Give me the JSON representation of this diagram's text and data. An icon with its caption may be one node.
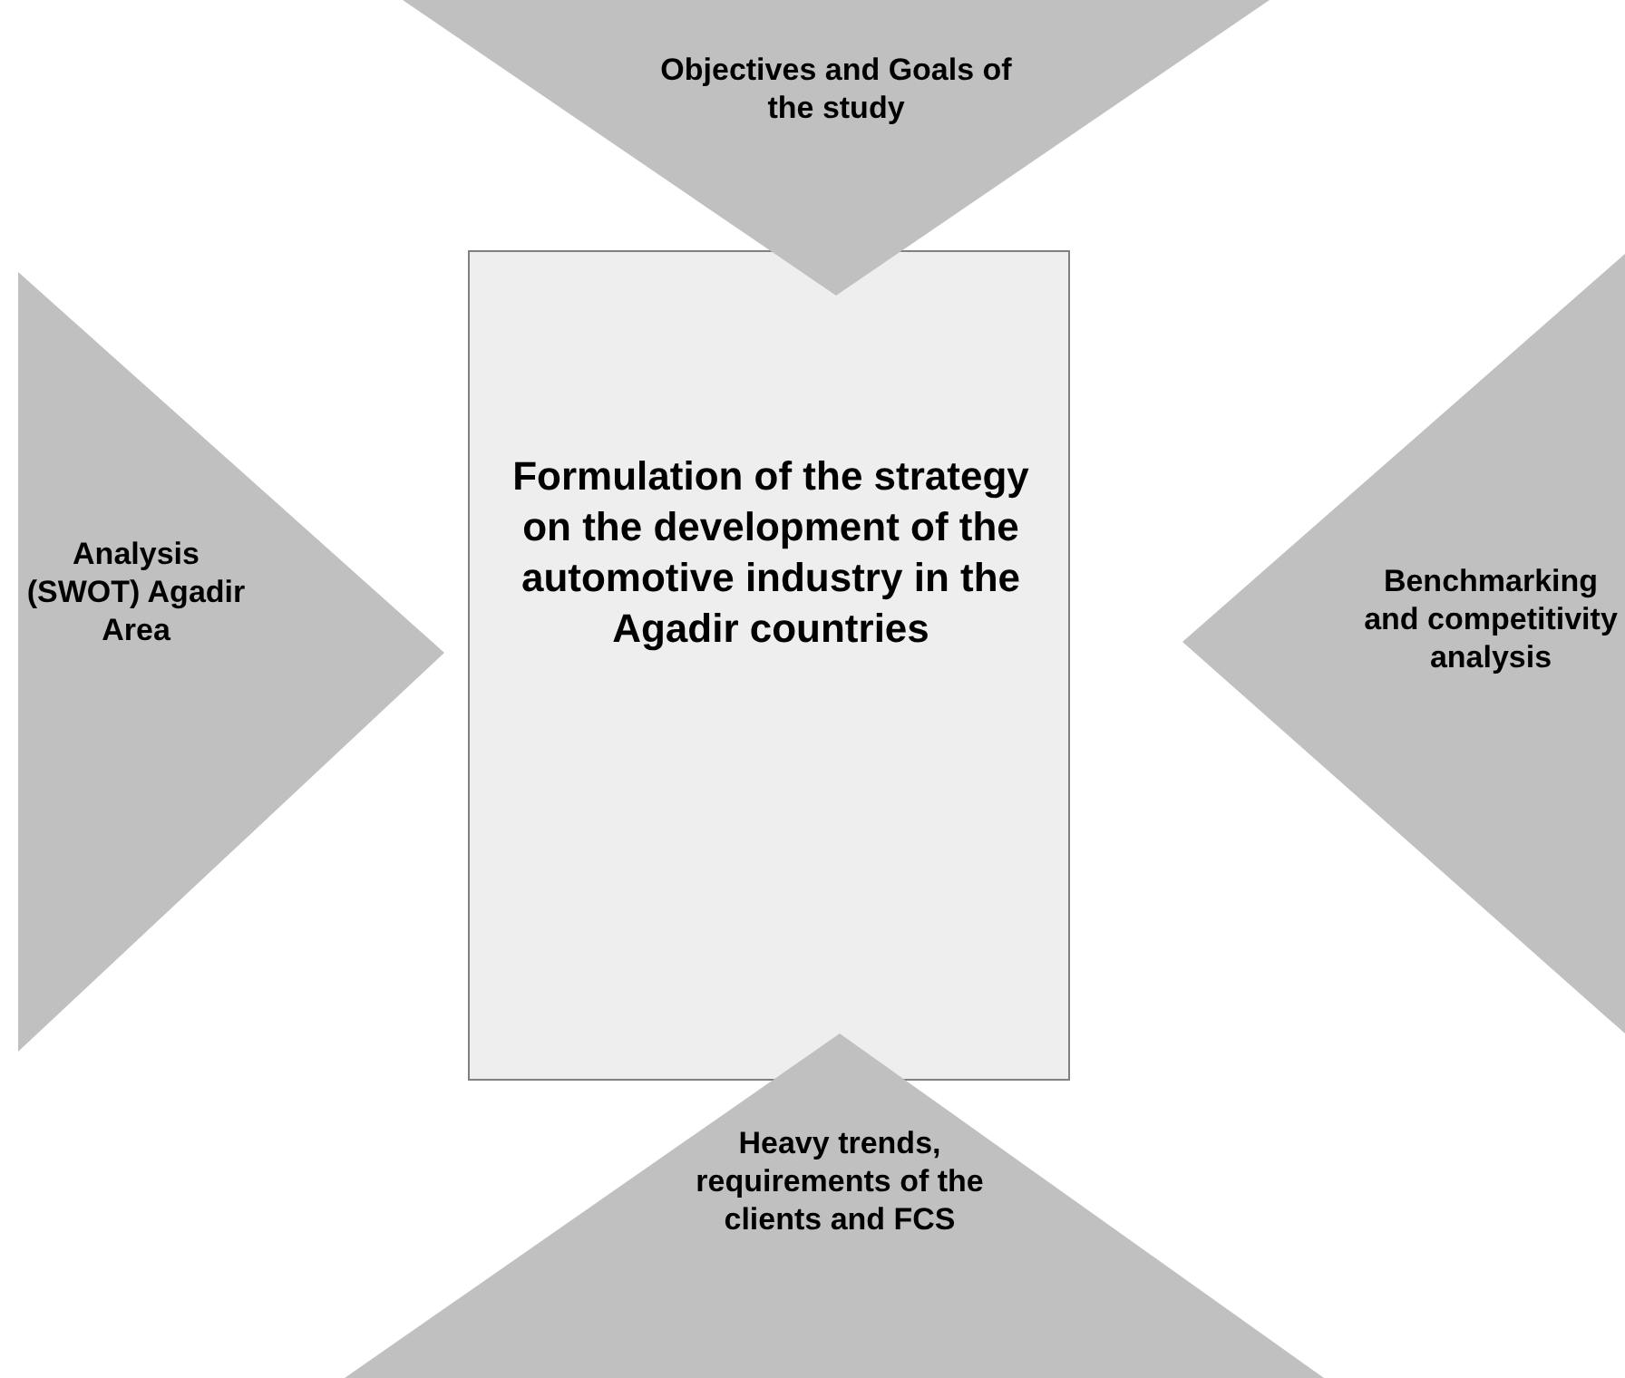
{
  "diagram": {
    "nodes": [
      {
        "text": [
          "Formulation of the strategy on the development of the automotive industry in the Agadir countries"
        ]
      },
      {
        "text": [
          "Objectives and Goals of the study"
        ]
      },
      {
        "text": [
          "Analysis (SWOT) Agadir Area"
        ]
      },
      {
        "text": [
          "Benchmarking and competitivity analysis"
        ]
      },
      {
        "text": [
          "Heavy trends, requirements of the clients and FCS"
        ]
      }
    ]
  }
}
